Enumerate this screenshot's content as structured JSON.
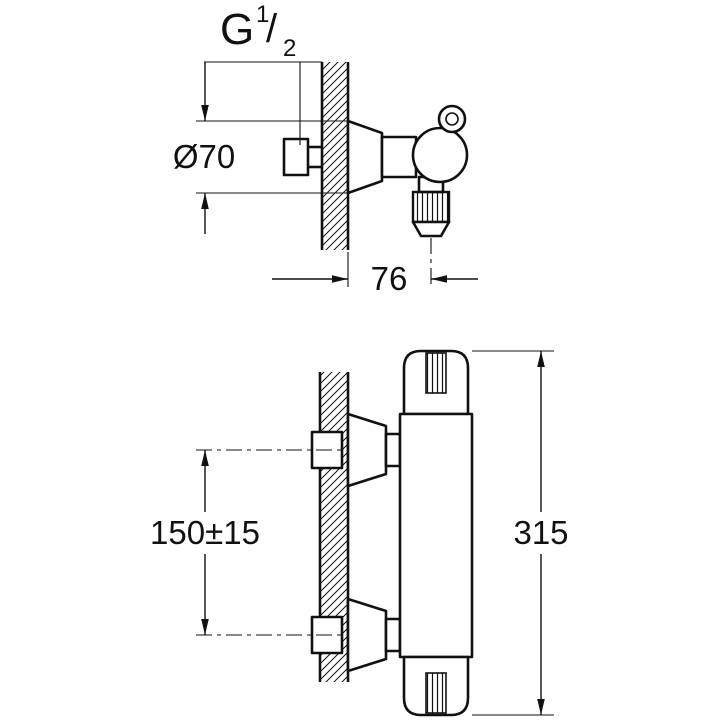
{
  "colors": {
    "line": "#111111",
    "background": "#ffffff"
  },
  "side_view": {
    "thread_size": {
      "prefix": "G",
      "numerator": "1",
      "slash": "/",
      "denominator": "2"
    },
    "escutcheon_diameter": "Ø70",
    "wall_to_outlet_center": "76"
  },
  "front_view": {
    "inlet_center_spacing": "150±15",
    "overall_height": "315"
  }
}
